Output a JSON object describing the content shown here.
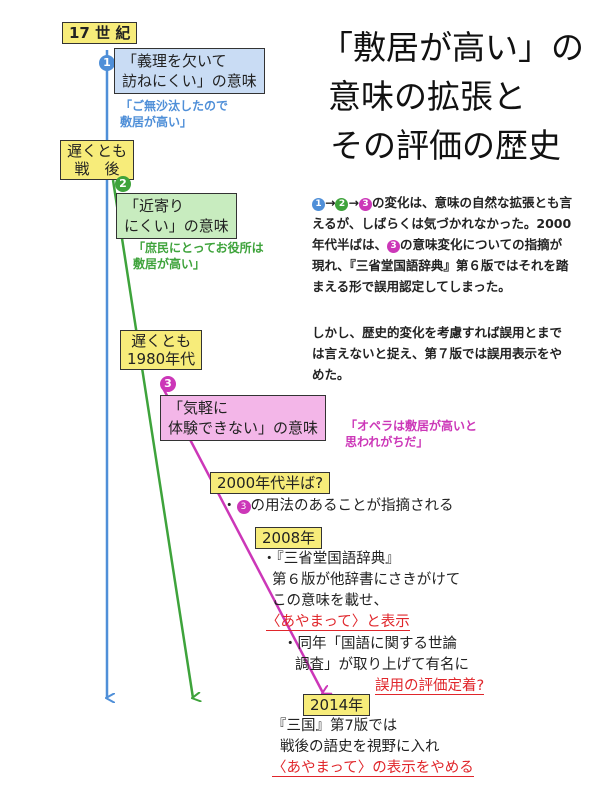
{
  "title": {
    "line1": "「敷居が高い」の",
    "line2": "意味の拡張と",
    "line3": "その評価の歴史"
  },
  "description": {
    "p1_segments": [
      "1",
      "→",
      "2",
      "→",
      "3",
      "の変化は、意味の自然な拡張とも言えるが、しばらくは気づかれなかった。2000年代半ばは、",
      "3",
      "の意味変化についての指摘が現れ、『三省堂国語辞典』第６版ではそれを踏まえる形で誤用認定してしまった。"
    ],
    "p2": "しかし、歴史的変化を考慮すれば誤用とまでは言えないと捉え、第７版では誤用表示をやめた。"
  },
  "colors": {
    "blue": "#4f8fd8",
    "green": "#3ea33b",
    "magenta": "#cc37b8",
    "red": "#e0262b",
    "tag": "#f7ec7a",
    "pink_box": "#f3b6e8"
  },
  "timeline": {
    "era1": {
      "tag": "17 世 紀",
      "num": "1",
      "box_line1": "「義理を欠いて",
      "box_line2": "訪ねにくい」の意味",
      "example_line1": "「ご無沙汰したので",
      "example_line2": "敷居が高い」"
    },
    "era2": {
      "tag_line1": "遅くとも",
      "tag_line2": "戦　後",
      "num": "2",
      "box_line1": "「近寄り",
      "box_line2": "にくい」の意味",
      "example_line1": "「庶民にとってお役所は",
      "example_line2": "敷居が高い」"
    },
    "era3": {
      "tag_line1": "遅くとも",
      "tag_line2": "1980年代",
      "num": "3",
      "box_line1": "「気軽に",
      "box_line2": "体験できない」の意味",
      "example_line1": "「オペラは敷居が高いと",
      "example_line2": "思われがちだ」"
    },
    "era4": {
      "tag": "2000年代半ば?",
      "bullet": "・",
      "num": "3",
      "text": "の用法のあることが指摘される"
    },
    "era5": {
      "tag": "2008年",
      "line1": "・『三省堂国語辞典』",
      "line2": "第６版が他辞書にさきがけて",
      "line3": "この意味を載せ、",
      "line4": "〈あやまって〉と表示"
    },
    "era6": {
      "line1": "・同年「国語に関する世論",
      "line2": "調査」が取り上げて有名に",
      "line3": "誤用の評価定着?"
    },
    "era7": {
      "tag": "2014年",
      "line1": "『三国』第7版では",
      "line2": "戦後の語史を視野に入れ",
      "line3": "〈あやまって〉の表示をやめる"
    }
  }
}
